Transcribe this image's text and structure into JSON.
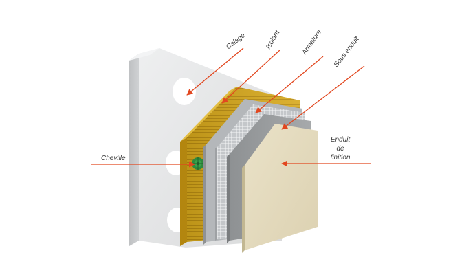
{
  "diagram": {
    "labels": {
      "calage": "Calage",
      "isolant": "Isolant",
      "armature": "Armature",
      "sous_enduit": "Sous enduit",
      "cheville": "Cheville",
      "enduit_line1": "Enduit",
      "enduit_line2": "de",
      "enduit_line3": "finition"
    },
    "colors": {
      "arrow": "#e2471f",
      "label_text": "#3a3a3a",
      "wall": "#e4e5e6",
      "insulation": "#d4a418",
      "mesh_base": "#b9bcbf",
      "base_coat": "#9a9d9f",
      "finish_coat": "#e6dcbf",
      "anchor": "#2f8a3e"
    }
  }
}
